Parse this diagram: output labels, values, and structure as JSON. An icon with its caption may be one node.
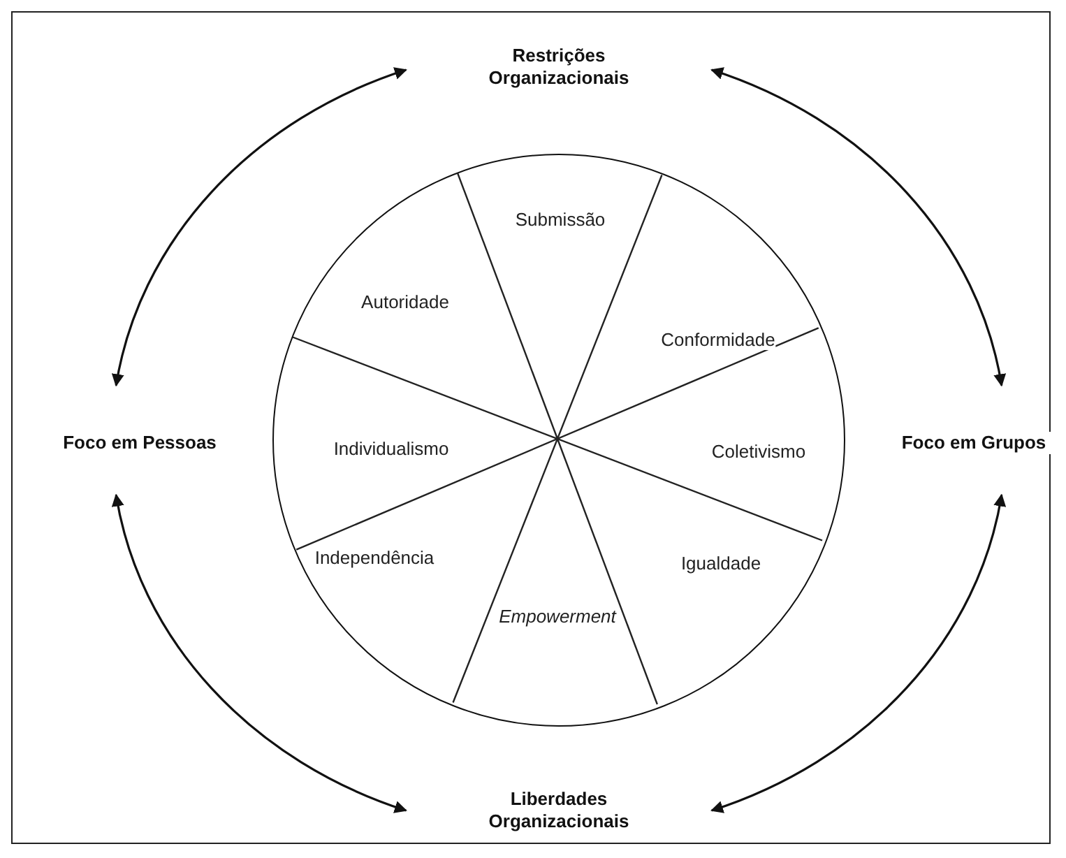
{
  "diagram": {
    "nodes": [
      {
        "text": [
          "Restrições Organizacionais"
        ]
      },
      {
        "text": [
          "Foco em Grupos"
        ]
      },
      {
        "text": [
          "Liberdades Organizacionais"
        ]
      },
      {
        "text": [
          "Foco em Pessoas"
        ]
      },
      {
        "text": [
          "Submissão",
          "Autoridade",
          "Conformidade",
          "Individualismo",
          "Coletivismo",
          "Independência",
          "Igualdade",
          "Empowerment"
        ]
      }
    ],
    "edges": [
      {
        "from": 0,
        "to": 3,
        "arrow": "both"
      },
      {
        "from": 0,
        "to": 1,
        "arrow": "both"
      },
      {
        "from": 1,
        "to": 2,
        "arrow": "both"
      },
      {
        "from": 2,
        "to": 3,
        "arrow": "both"
      }
    ]
  }
}
